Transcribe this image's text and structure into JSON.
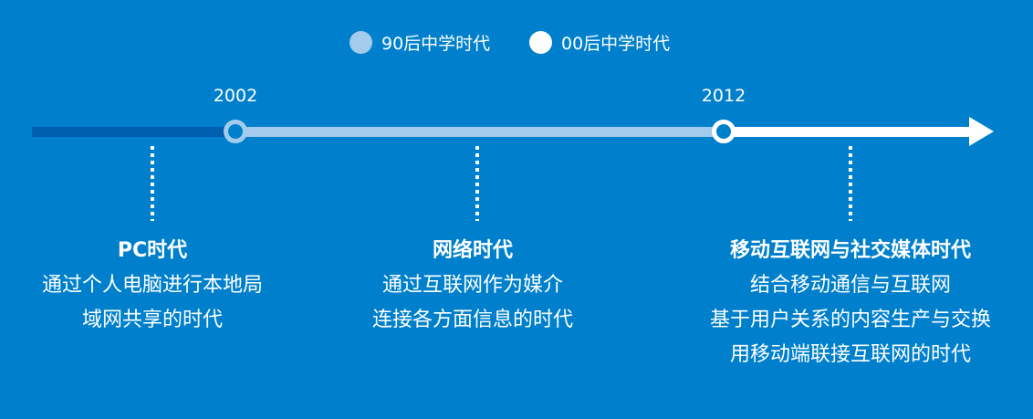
{
  "legend": [
    {
      "label": "90后中学时代",
      "color": "#a3cbec"
    },
    {
      "label": "00后中学时代",
      "color": "#ffffff"
    }
  ],
  "years": [
    "2002",
    "2012"
  ],
  "colors": {
    "background": "#0080cc",
    "early": "#005fae",
    "mid": "#a3cbec",
    "late": "#ffffff"
  },
  "eras": [
    {
      "title": "PC时代",
      "lines": [
        "通过个人电脑进行本地局",
        "域网共享的时代"
      ]
    },
    {
      "title": "网络时代",
      "lines": [
        "通过互联网作为媒介",
        "连接各方面信息的时代"
      ]
    },
    {
      "title": "移动互联网与社交媒体时代",
      "lines": [
        "结合移动通信与互联网",
        "基于用户关系的内容生产与交换",
        "用移动端联接互联网的时代"
      ]
    }
  ]
}
